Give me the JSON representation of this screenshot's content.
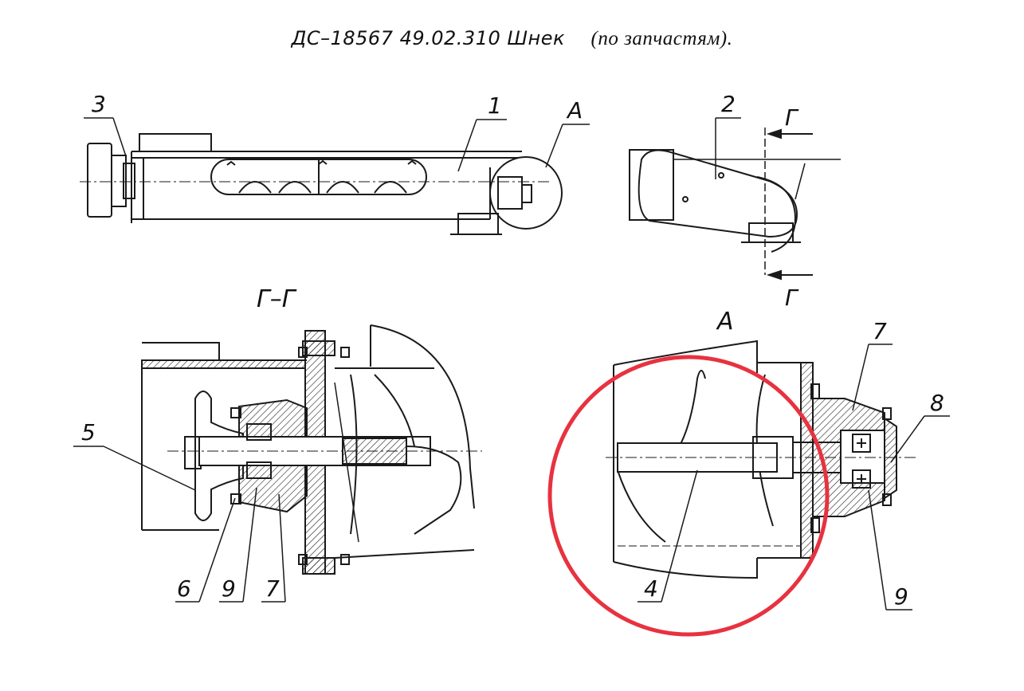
{
  "title": {
    "code": "ДС–18567  49.02.310  Шнек",
    "note": "(по запчастям)."
  },
  "views": {
    "section_label": "Г–Г",
    "detail_label": "А",
    "top_detail_marker": "А",
    "section_marker_top": "Г",
    "section_marker_bottom": "Г"
  },
  "callouts": [
    "1",
    "2",
    "3",
    "4",
    "5",
    "6",
    "7",
    "7",
    "8",
    "9",
    "9"
  ],
  "colors": {
    "line": "#1a1a1a",
    "highlight": "#e8323f",
    "paper": "#ffffff"
  }
}
